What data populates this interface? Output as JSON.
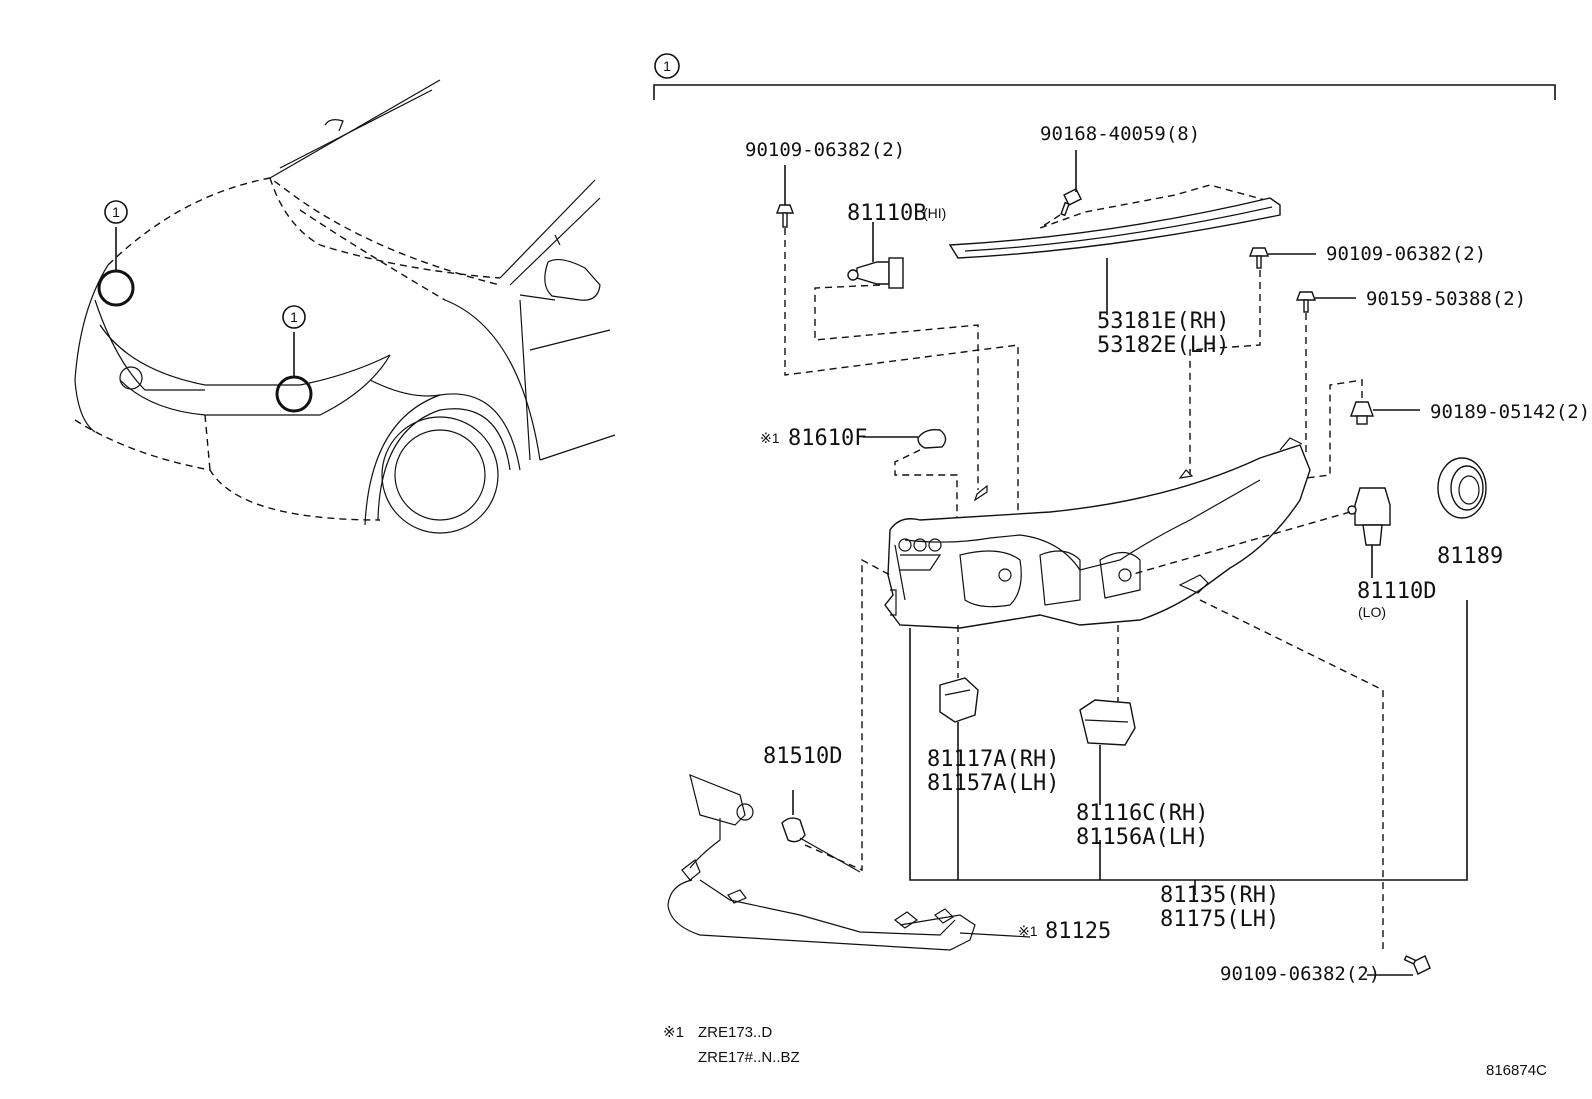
{
  "callout_number": "1",
  "labels": {
    "p_90109_top_left": "90109-06382(2)",
    "p_90168": "90168-40059(8)",
    "p_81110b": "81110B",
    "p_81110b_hi": "(HI)",
    "p_90109_mid": "90109-06382(2)",
    "p_90159": "90159-50388(2)",
    "p_53181e": "53181E(RH)",
    "p_53182e": "53182E(LH)",
    "p_90189": "90189-05142(2)",
    "p_81610f": "81610F",
    "p_81610f_mark": "※1",
    "p_81189": "81189",
    "p_81110d": "81110D",
    "p_81110d_lo": "(LO)",
    "p_81510d": "81510D",
    "p_81117a": "81117A(RH)",
    "p_81157a": "81157A(LH)",
    "p_81116c": "81116C(RH)",
    "p_81156a": "81156A(LH)",
    "p_81135": "81135(RH)",
    "p_81175": "81175(LH)",
    "p_81125": "81125",
    "p_81125_mark": "※1",
    "p_90109_bottom": "90109-06382(2)"
  },
  "footnote": {
    "mark": "※1",
    "line1": "ZRE173..D",
    "line2": "ZRE17#..N..BZ"
  },
  "diagram_id": "816874C"
}
